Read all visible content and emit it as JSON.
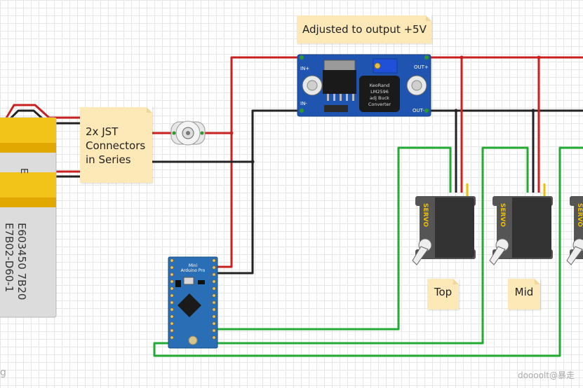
{
  "notes": {
    "regulator": "Adjusted to output +5V",
    "jst": "2x JST Connectors in Series",
    "top": "Top",
    "mid": "Mid"
  },
  "battery": {
    "label_line1": "E603450 7B20",
    "label_line2": "E7B02-D60-1",
    "partial_top": "E"
  },
  "regulator": {
    "pin_in_plus": "IN+",
    "pin_in_minus": "IN-",
    "pin_out_plus": "OUT+",
    "pin_out_minus": "OUT-",
    "chip_line1": "KeoRand",
    "chip_line2": "LM2596",
    "chip_line3": "adj Buck",
    "chip_line4": "Converter"
  },
  "servo": {
    "label": "SERVO"
  },
  "arduino": {
    "title_line1": "Mini",
    "title_line2": "Arduino Pro"
  },
  "watermark": "doooolt@暴走",
  "corner_text": "g",
  "colors": {
    "wire_red": "#c82020",
    "wire_black": "#222222",
    "wire_green": "#22aa33",
    "wire_yellow": "#f0c000",
    "note_bg": "#fde8b8",
    "board_blue": "#1f55b0",
    "arduino_blue": "#2a6fb5",
    "servo_body": "#333333"
  }
}
